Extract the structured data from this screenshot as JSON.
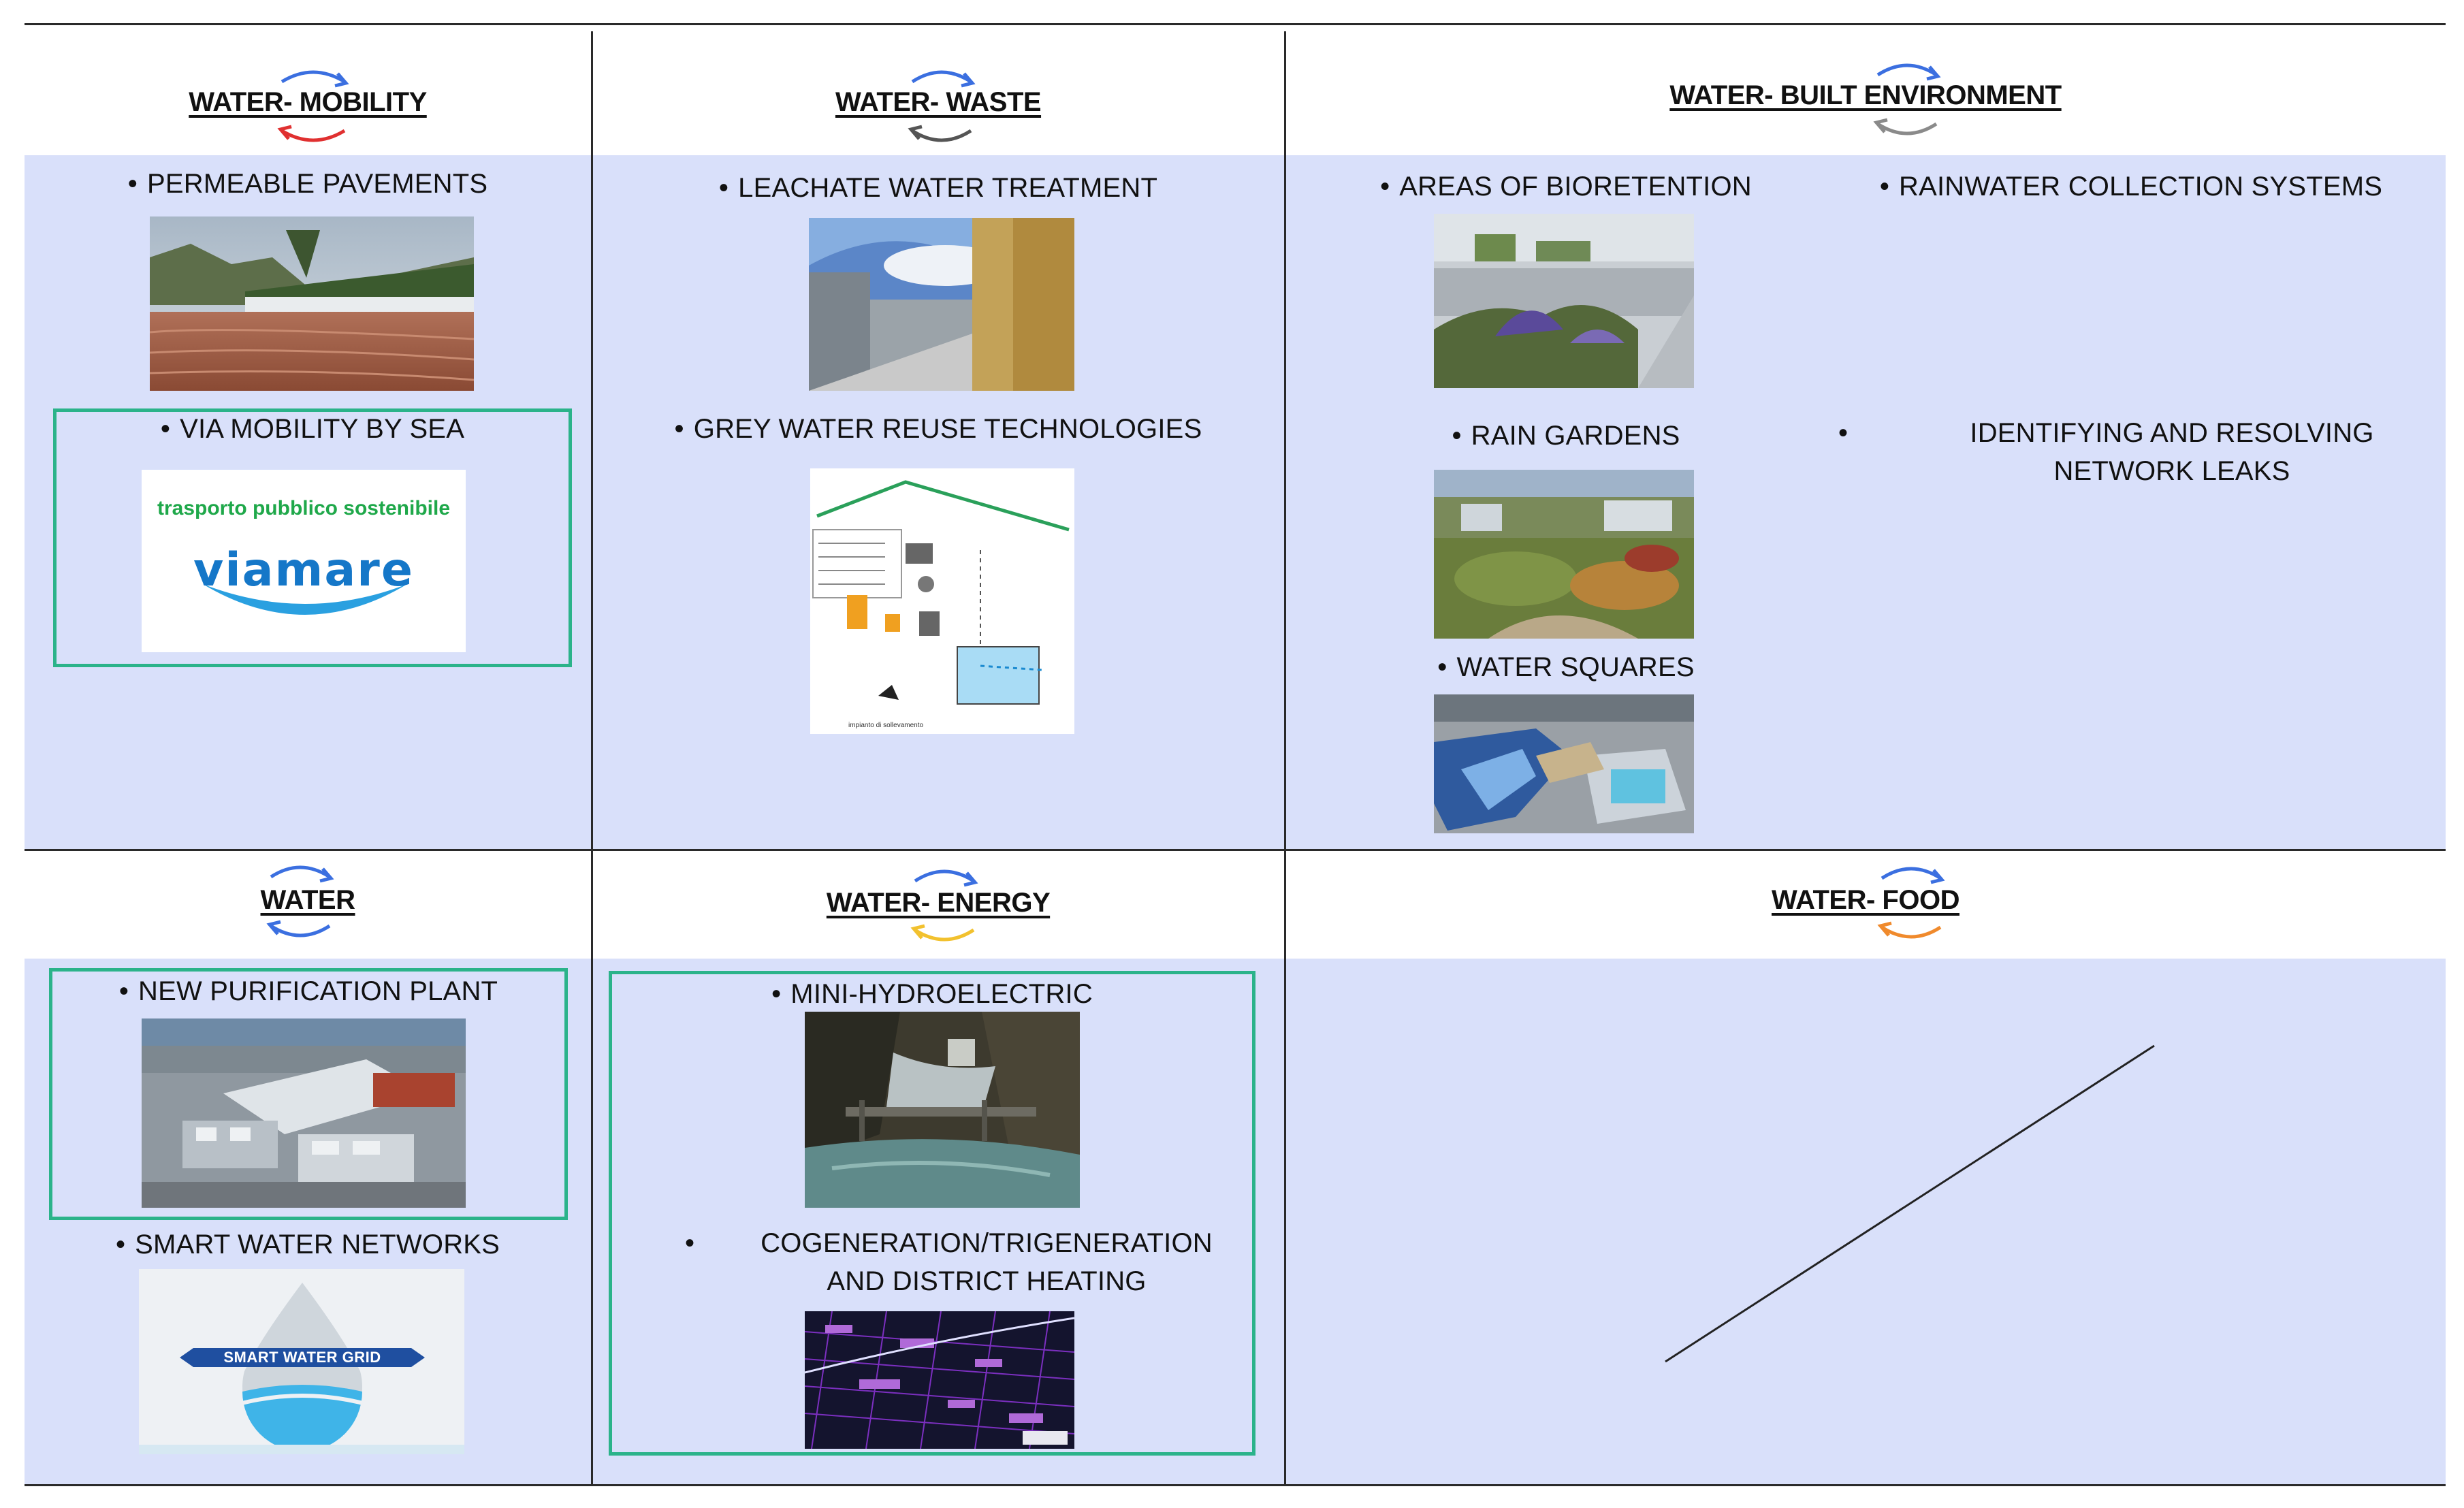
{
  "colors": {
    "band": "#d9e0fa",
    "grid": "#2a2a2a",
    "highlight": "#2bb38a",
    "arrow_blue": "#3b6fe0",
    "arrow_red": "#e03030",
    "arrow_gray": "#8a8a8a",
    "arrow_yellow": "#f2c12e",
    "arrow_orange": "#f08a2c"
  },
  "cells": {
    "mobility": {
      "title": "WATER- MOBILITY",
      "items": [
        "PERMEABLE PAVEMENTS",
        "VIA MOBILITY BY SEA"
      ],
      "logo": {
        "tagline": "trasporto pubblico sostenibile",
        "name": "viamare"
      }
    },
    "waste": {
      "title": "WATER- WASTE",
      "items": [
        "LEACHATE WATER TREATMENT",
        "GREY WATER REUSE TECHNOLOGIES"
      ]
    },
    "built": {
      "title": "WATER- BUILT ENVIRONMENT",
      "items": [
        "AREAS OF BIORETENTION",
        "RAINWATER COLLECTION SYSTEMS",
        "RAIN GARDENS",
        "IDENTIFYING AND RESOLVING NETWORK LEAKS",
        "WATER SQUARES"
      ]
    },
    "water": {
      "title": "WATER",
      "items": [
        "NEW PURIFICATION PLANT",
        "SMART WATER NETWORKS"
      ],
      "badge": "SMART WATER GRID"
    },
    "energy": {
      "title": "WATER- ENERGY",
      "items": [
        "MINI-HYDROELECTRIC",
        "COGENERATION/TRIGENERATION AND DISTRICT HEATING"
      ]
    },
    "food": {
      "title": "WATER- FOOD"
    }
  }
}
